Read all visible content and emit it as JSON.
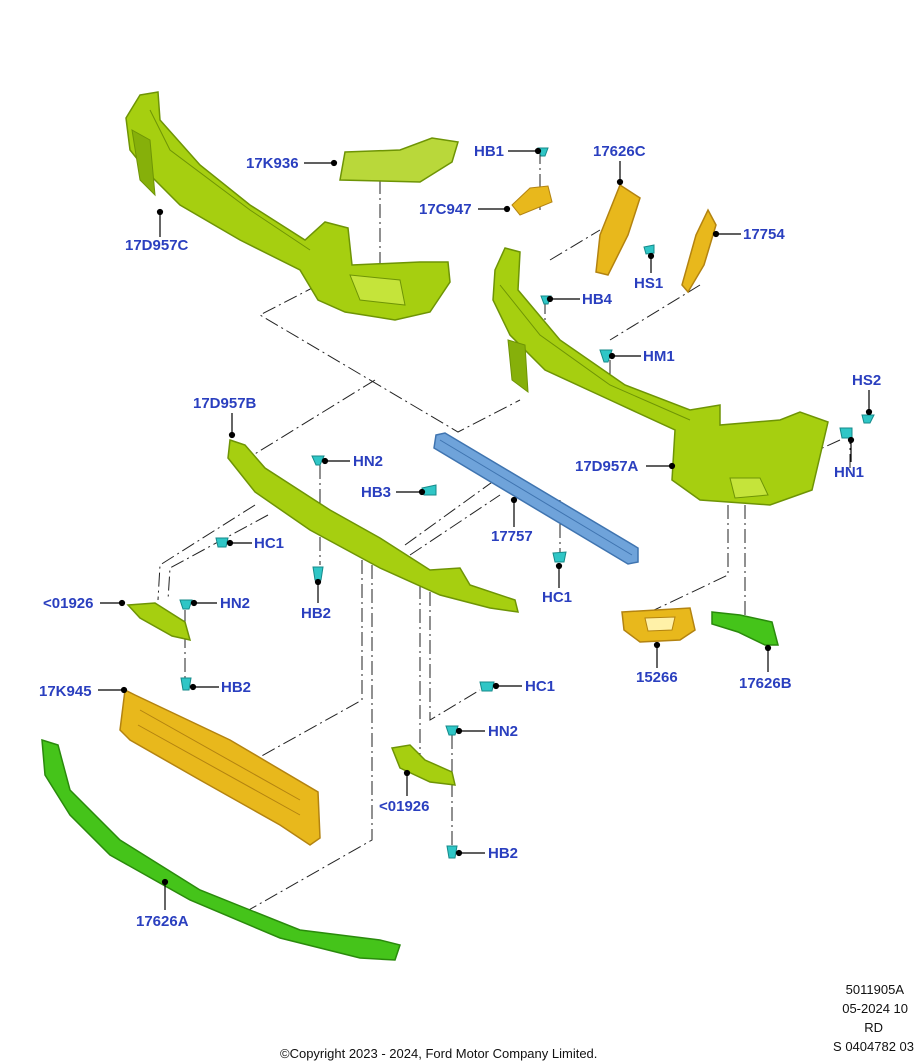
{
  "callouts": [
    {
      "id": "c-17k936",
      "text": "17K936"
    },
    {
      "id": "c-17d957c",
      "text": "17D957C"
    },
    {
      "id": "c-hb1",
      "text": "HB1"
    },
    {
      "id": "c-17c947",
      "text": "17C947"
    },
    {
      "id": "c-17626c",
      "text": "17626C"
    },
    {
      "id": "c-17754",
      "text": "17754"
    },
    {
      "id": "c-hs1",
      "text": "HS1"
    },
    {
      "id": "c-hb4",
      "text": "HB4"
    },
    {
      "id": "c-hm1",
      "text": "HM1"
    },
    {
      "id": "c-hs2",
      "text": "HS2"
    },
    {
      "id": "c-hn1",
      "text": "HN1"
    },
    {
      "id": "c-17d957a",
      "text": "17D957A"
    },
    {
      "id": "c-17d957b",
      "text": "17D957B"
    },
    {
      "id": "c-hn2-a",
      "text": "HN2"
    },
    {
      "id": "c-hb3",
      "text": "HB3"
    },
    {
      "id": "c-17757",
      "text": "17757"
    },
    {
      "id": "c-hc1-a",
      "text": "HC1"
    },
    {
      "id": "c-hc1-b",
      "text": "HC1"
    },
    {
      "id": "c-01926-a",
      "text": "<01926"
    },
    {
      "id": "c-hn2-b",
      "text": "HN2"
    },
    {
      "id": "c-hb2-a",
      "text": "HB2"
    },
    {
      "id": "c-hb2-b",
      "text": "HB2"
    },
    {
      "id": "c-15266",
      "text": "15266"
    },
    {
      "id": "c-17626b",
      "text": "17626B"
    },
    {
      "id": "c-17k945",
      "text": "17K945"
    },
    {
      "id": "c-hc1-c",
      "text": "HC1"
    },
    {
      "id": "c-hn2-c",
      "text": "HN2"
    },
    {
      "id": "c-01926-b",
      "text": "<01926"
    },
    {
      "id": "c-hb2-c",
      "text": "HB2"
    },
    {
      "id": "c-17626a",
      "text": "17626A"
    }
  ],
  "meta": {
    "ref": "5011905A",
    "date": "05-2024 10",
    "region": "RD",
    "sheet": "S 0404782 03",
    "copyright": "©Copyright 2023 - 2024, Ford Motor Company Limited."
  },
  "colors": {
    "callout": "#2a3fbf",
    "bumper": "#a6cf10",
    "bumper_dark": "#6e9405",
    "bracket": "#e8b81c",
    "bracket_dark": "#b38310",
    "beam": "#6fa3da",
    "beam_dark": "#3f74b0",
    "deflector": "#45c41a",
    "deflector_dark": "#2a8a0c",
    "fastener": "#2fc6c6"
  }
}
